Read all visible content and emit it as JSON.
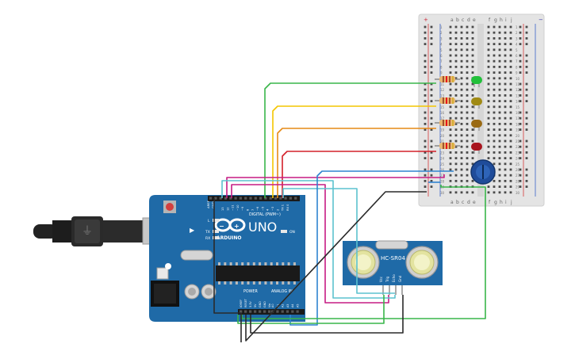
{
  "board": {
    "logo": "UNO",
    "brand": "ARDUINO",
    "digital_header": "DIGITAL (PWM~)",
    "power_label": "POWER",
    "analog_label": "ANALOG IN",
    "on_label": "ON",
    "l_label": "L",
    "tx_label": "TX",
    "rx_label": "RX",
    "aref_label": "AREF",
    "gnd_label": "GND",
    "digital_pins": [
      "13",
      "12",
      "~11",
      "~10",
      "~9",
      "8",
      "7",
      "~6",
      "~5",
      "4",
      "~3",
      "2",
      "TX 1",
      "RX 0"
    ],
    "power_pins": [
      "IOREF",
      "RESET",
      "3.3V",
      "5V",
      "GND",
      "GND",
      "Vin"
    ],
    "analog_pins": [
      "A0",
      "A1",
      "A2",
      "A3",
      "A4",
      "A5"
    ]
  },
  "sensor": {
    "model": "HC-SR04",
    "pins": [
      "Vcc",
      "Trig",
      "Echo",
      "Gnd"
    ]
  },
  "breadboard": {
    "plus": "+",
    "minus": "−",
    "columns_left": [
      "a",
      "b",
      "c",
      "d",
      "e"
    ],
    "columns_right": [
      "f",
      "g",
      "h",
      "i",
      "j"
    ],
    "rows": 30
  },
  "leds": [
    {
      "color": "#22c03a"
    },
    {
      "color": "#a08a14"
    },
    {
      "color": "#9a6a14"
    },
    {
      "color": "#a8141e"
    }
  ],
  "wire_colors": {
    "green": "#39b54a",
    "yellow": "#f4c600",
    "orange": "#e68a17",
    "red": "#d4202a",
    "magenta": "#c61c84",
    "cyan": "#5bc2cf",
    "blue": "#2f83d0",
    "black": "#2a2a2a"
  }
}
